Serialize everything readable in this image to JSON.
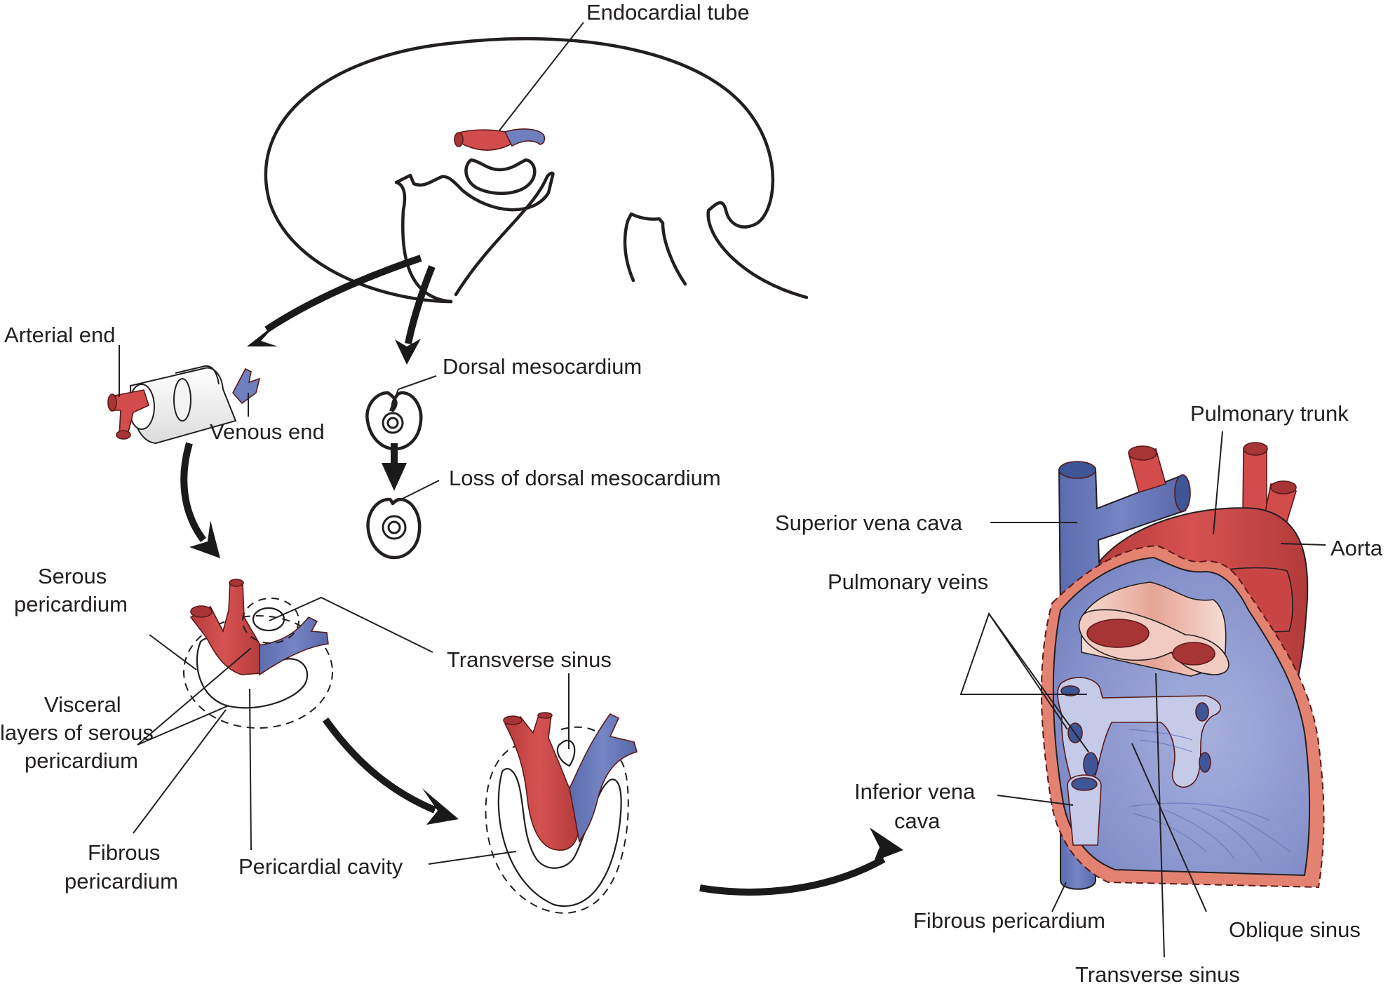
{
  "figure": {
    "description": "Development of the pericardium and pericardial sinuses",
    "colors": {
      "arterial": "#d24c4c",
      "arterial_dark": "#a83535",
      "venous": "#6f7fbf",
      "venous_dark": "#3e5597",
      "pericardium": "#e48272",
      "serous_light": "#f3d0c4",
      "heart_body": "#8c97cf",
      "vein_channel": "#c4cae8",
      "outline": "#231f20"
    }
  },
  "labels": {
    "endocardial_tube": "Endocardial tube",
    "arterial_end": "Arterial end",
    "venous_end": "Venous end",
    "dorsal_mesocardium": "Dorsal mesocardium",
    "loss_of_dorsal_mesocardium": "Loss of dorsal mesocardium",
    "serous_pericardium": [
      "Serous",
      "pericardium"
    ],
    "visceral_layers": [
      "Visceral",
      "layers of serous",
      "pericardium"
    ],
    "fibrous_pericardium_left": [
      "Fibrous",
      "pericardium"
    ],
    "pericardial_cavity": "Pericardial cavity",
    "transverse_sinus_mid": "Transverse sinus",
    "superior_vena_cava": "Superior vena cava",
    "pulmonary_trunk": "Pulmonary trunk",
    "aorta": "Aorta",
    "pulmonary_veins": "Pulmonary veins",
    "inferior_vena_cava": [
      "Inferior vena",
      "cava"
    ],
    "fibrous_pericardium_right": "Fibrous pericardium",
    "oblique_sinus": "Oblique sinus",
    "transverse_sinus_right": "Transverse sinus"
  }
}
